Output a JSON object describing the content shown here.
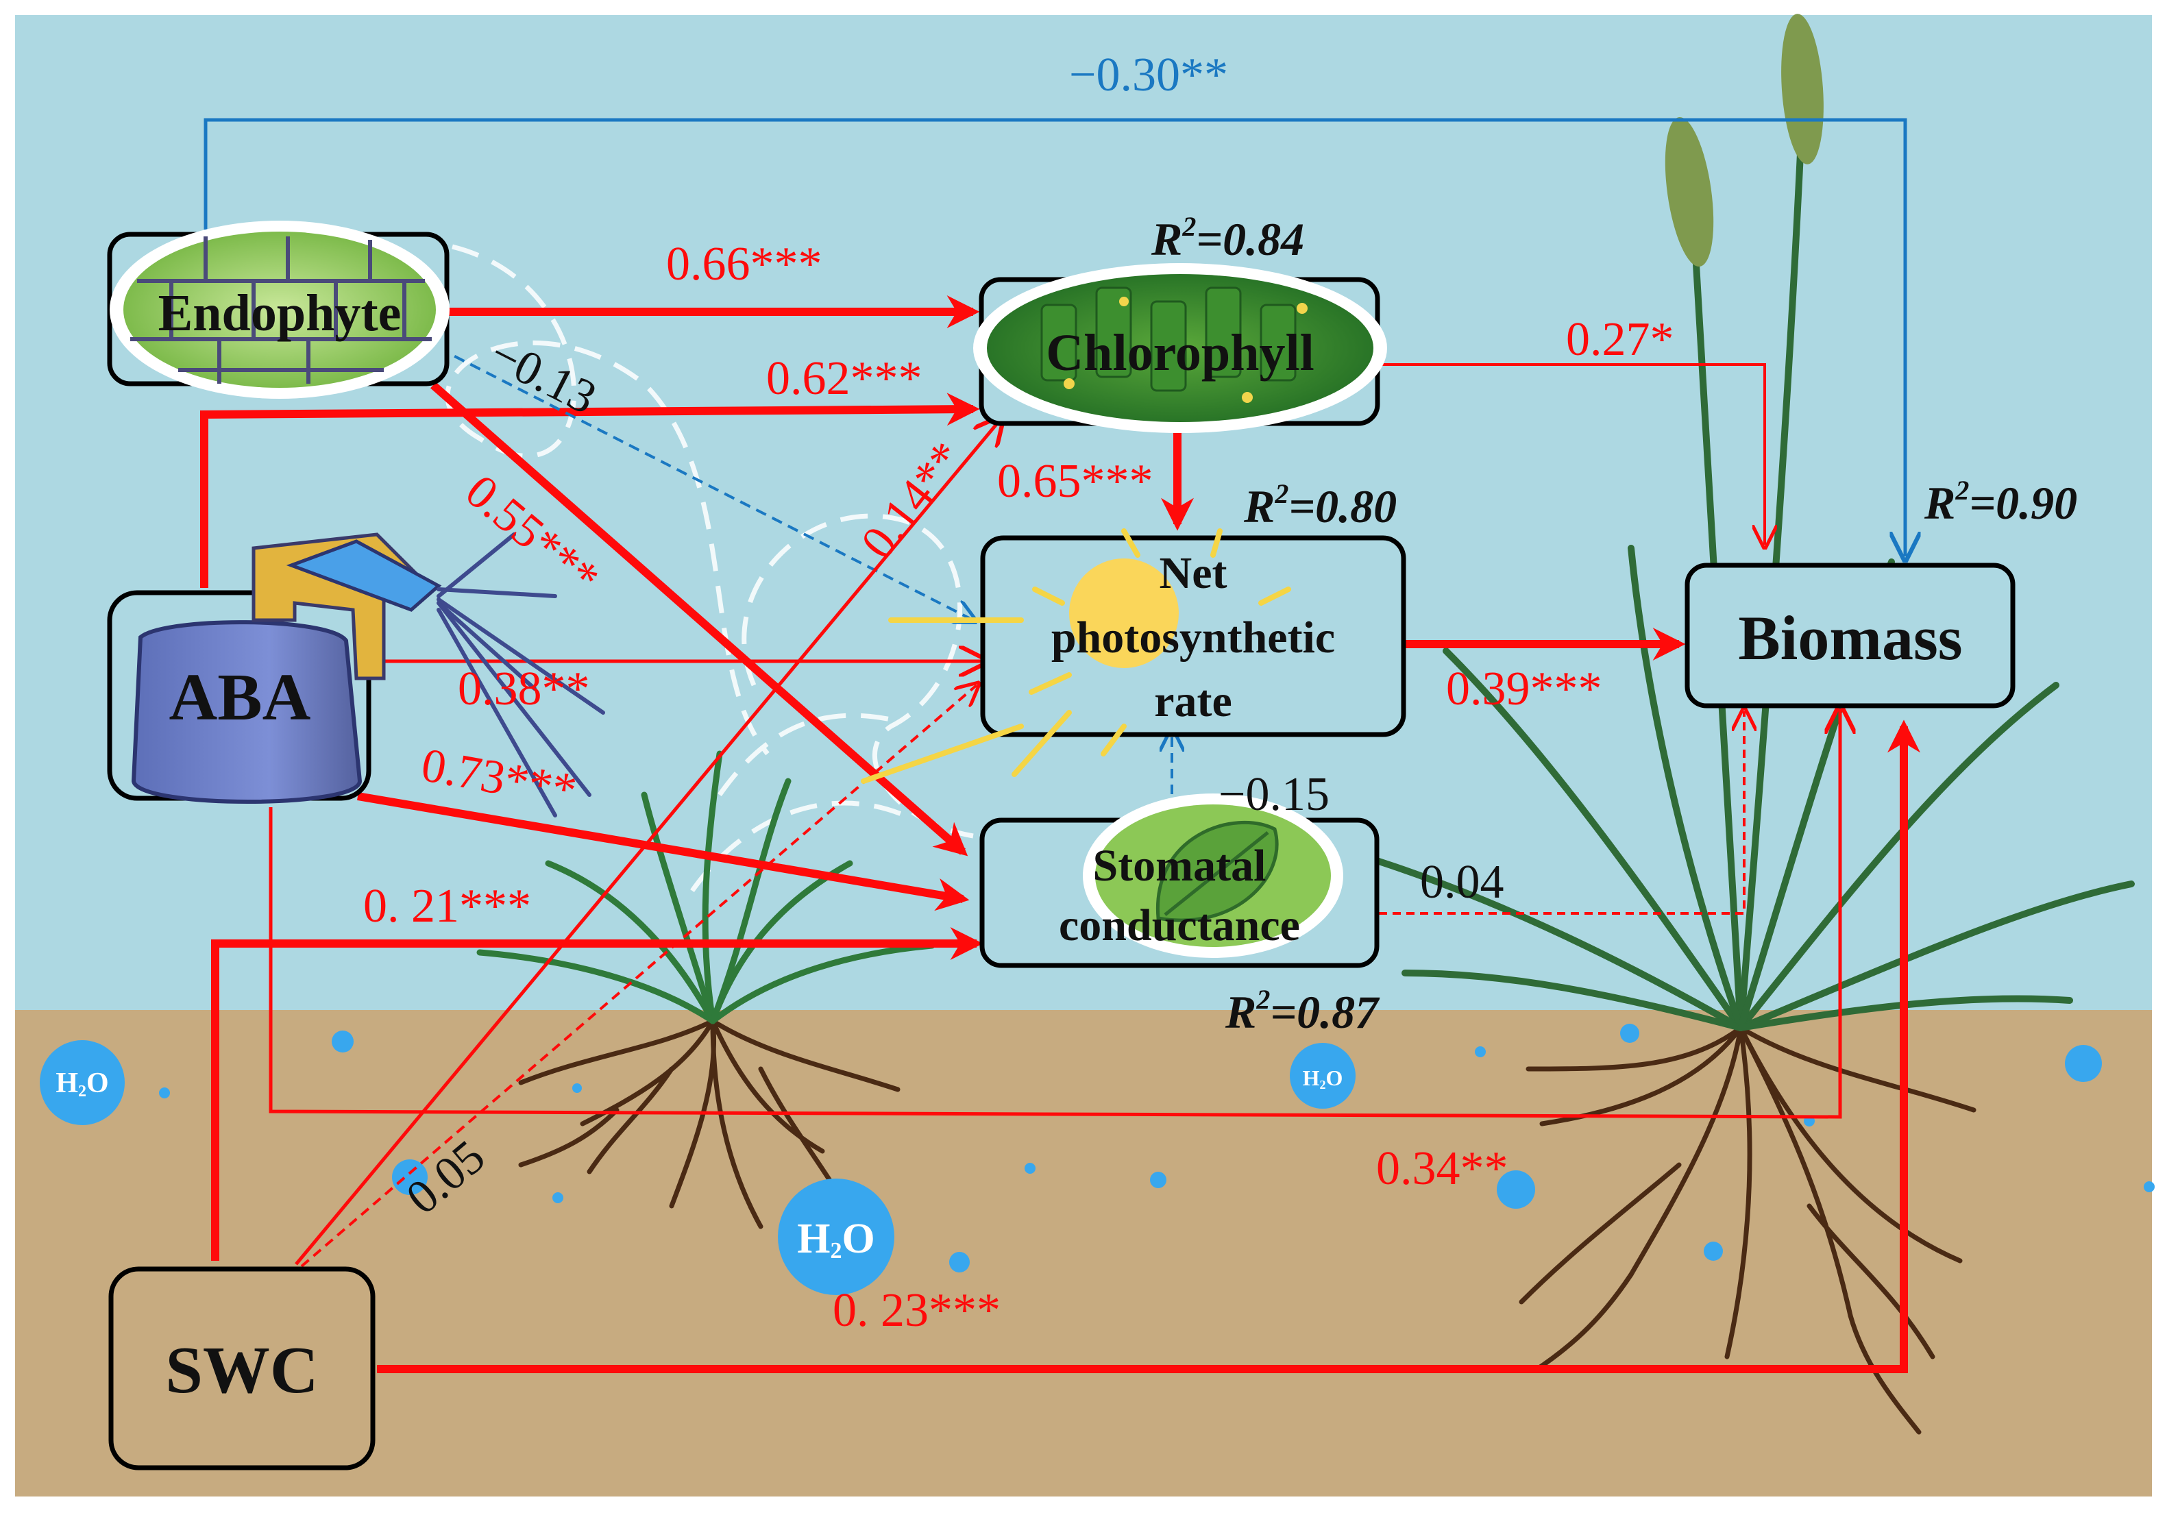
{
  "colors": {
    "sky": "#add8e2",
    "soil": "#c7ab80",
    "positive": "#ff0a0a",
    "negative": "#1a78c2",
    "neutral": "#111111",
    "water": "#38a7ee",
    "node_fill": "#add8e2"
  },
  "nodes": {
    "endophyte": "Endophyte",
    "aba": "ABA",
    "swc": "SWC",
    "chlorophyll": "Chlorophyll",
    "net_photo_1": "Net",
    "net_photo_2": "photosynthetic",
    "net_photo_3": "rate",
    "stomatal_1": "Stomatal",
    "stomatal_2": "conductance",
    "biomass": "Biomass"
  },
  "r2": {
    "chlorophyll_base": "R",
    "chlorophyll_value": "=0.84",
    "net_base": "R",
    "net_value": "=0.80",
    "stomatal_base": "R",
    "stomatal_value": "=0.87",
    "biomass_base": "R",
    "biomass_value": "=0.90",
    "sup": "2"
  },
  "paths": {
    "endo_biomass": "−0.30**",
    "endo_chloro": "0.66***",
    "aba_chloro": "0.62***",
    "endo_net": "−0.13",
    "endo_stom": "0.55***",
    "chloro_net": "0.65***",
    "chloro_biomass": "0.27*",
    "swc_chloro": "0.14**",
    "aba_net": "0.38**",
    "aba_stom": "0.73***",
    "net_biomass": "0.39***",
    "stom_net": "−0.15",
    "swc_stom": "0. 21***",
    "stom_biomass": "0.04",
    "swc_net": "0.05",
    "aba_biomass": "0.34**",
    "swc_biomass": "0. 23***"
  },
  "water_label_main": "H",
  "water_label_sub": "2",
  "water_label_end": "O",
  "icons": {
    "sprayer": "spray-bottle-icon",
    "sun": "sun-icon",
    "leaf": "leaf-icon",
    "cells": "plant-cells-icon",
    "chloroplast": "chloroplast-icon",
    "plants": "grass-plant-icon",
    "water": "water-droplet-icon"
  }
}
